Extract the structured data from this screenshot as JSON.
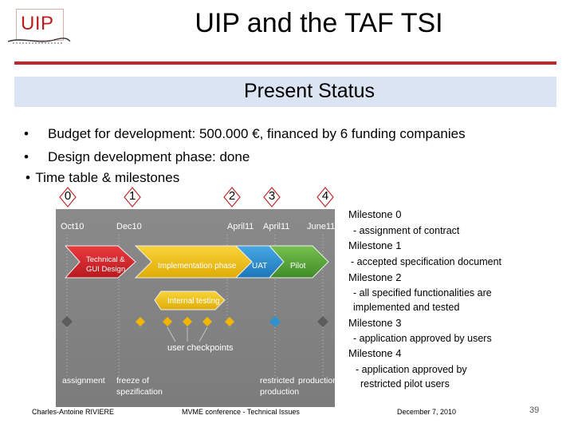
{
  "logo": {
    "text": "UIP"
  },
  "title": "UIP and the TAF TSI",
  "section_title": "Present Status",
  "bullets": [
    {
      "marker": "•",
      "text": "Budget for development: 500.000 €, financed by 6 funding companies"
    },
    {
      "marker": "•",
      "text": "Design development phase: done"
    },
    {
      "marker": "•",
      "text": "Time table & milestones"
    }
  ],
  "milestone_markers": [
    "0",
    "1",
    "2",
    "3",
    "4"
  ],
  "timeline": {
    "dates": [
      "Oct10",
      "Dec10",
      "April11",
      "April11",
      "June11"
    ],
    "phases": [
      "Technical & GUI Design",
      "Implementation phase",
      "UAT",
      "Pilot"
    ],
    "internal_testing": "Internal testing",
    "user_checkpoints": "user checkpoints",
    "bottom_labels": [
      "assignment",
      "freeze of spezification",
      "restricted production",
      "production"
    ],
    "colors": {
      "red": "#d8252a",
      "yellow": "#f2c313",
      "blue": "#2f91d0",
      "green": "#55a53a",
      "gray_diamond": "#5c5c5c",
      "checkpoint": "#f2b600"
    }
  },
  "milestones": [
    {
      "title": "Milestone 0",
      "description": "- assignment of contract"
    },
    {
      "title": "Milestone 1",
      "description": "- accepted specification document"
    },
    {
      "title": "Milestone 2",
      "description_line1": "- all specified functionalities are",
      "description_line2": "implemented and tested"
    },
    {
      "title": "Milestone 3",
      "description": "- application approved by users"
    },
    {
      "title": "Milestone 4",
      "description_line1": "- application approved by",
      "description_line2": "restricted pilot users"
    }
  ],
  "footer": {
    "author": "Charles-Antoine RIVIERE",
    "event": "MVME conference - Technical Issues",
    "date": "December 7, 2010",
    "page": "39"
  }
}
